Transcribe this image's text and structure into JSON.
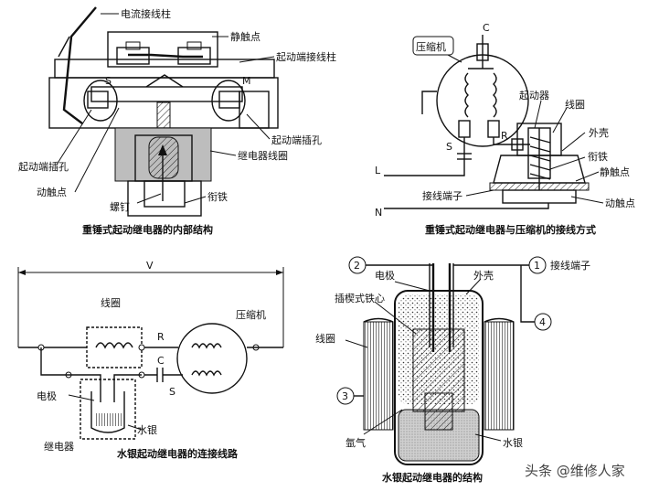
{
  "diagram1": {
    "title": "重锤式起动继电器的内部结构",
    "labels": {
      "current_terminal": "电流接线柱",
      "static_contact": "静触点",
      "start_terminal": "起动端接线柱",
      "start_hole_right": "起动端插孔",
      "start_hole_left": "起动端插孔",
      "moving_contact": "动触点",
      "coil": "继电器线圈",
      "screw": "螺钉",
      "armature": "衔铁",
      "s": "S",
      "m": "M"
    }
  },
  "diagram2": {
    "title": "重锤式起动继电器与压缩机的接线方式",
    "labels": {
      "compressor": "压缩机",
      "c": "C",
      "starter": "起动器",
      "coil": "线圈",
      "shell": "外壳",
      "armature": "衔铁",
      "static_contact": "静触点",
      "s": "S",
      "r": "R",
      "l": "L",
      "n": "N",
      "terminal": "接线端子",
      "moving_contact": "动触点"
    }
  },
  "diagram3": {
    "title": "水银起动继电器的连接线路",
    "labels": {
      "v": "V",
      "coil": "线圈",
      "compressor": "压缩机",
      "r": "R",
      "c": "C",
      "s": "S",
      "electrode": "电极",
      "mercury": "水银",
      "relay": "继电器"
    }
  },
  "diagram4": {
    "title": "水银起动继电器的结构",
    "labels": {
      "n2": "2",
      "electrode": "电极",
      "shell": "外壳",
      "n1": "1",
      "terminal": "接线端子",
      "plug_core": "插楔式铁心",
      "coil": "线圈",
      "n4": "4",
      "n3": "3",
      "argon": "氩气",
      "mercury": "水银"
    }
  },
  "watermark": "头条 @维修人家"
}
